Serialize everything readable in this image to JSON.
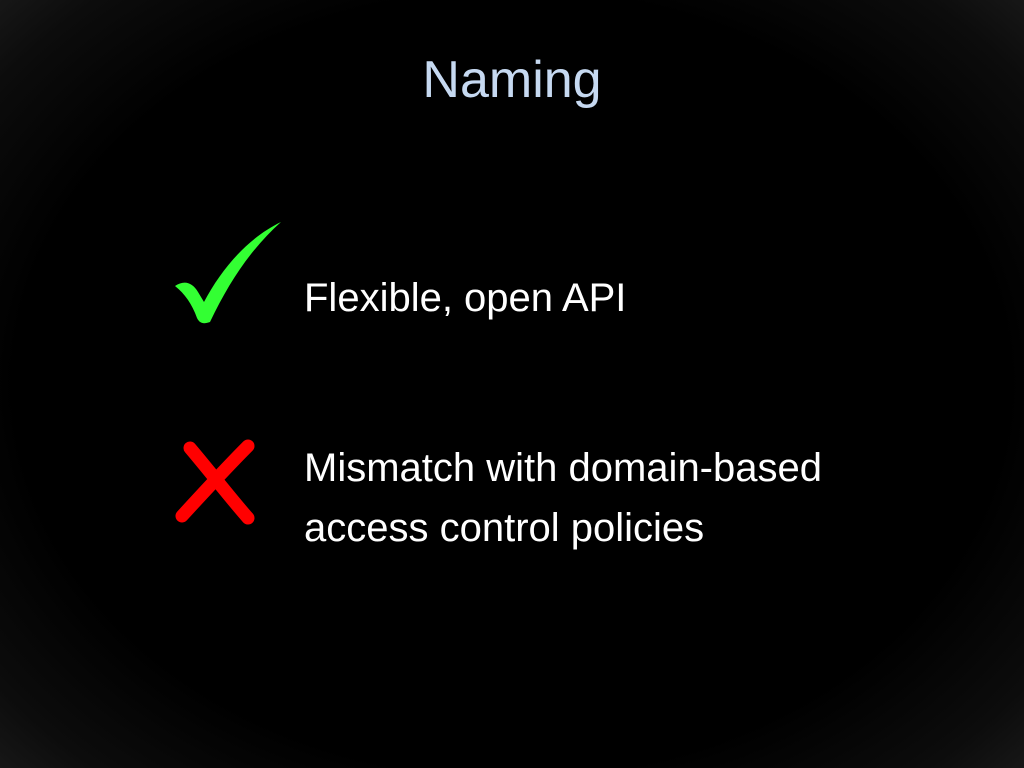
{
  "slide": {
    "title": "Naming",
    "colors": {
      "background": "#000000",
      "title": "#c6d9f1",
      "text": "#ffffff",
      "check": "#33ff33",
      "cross": "#ff0000"
    },
    "points": [
      {
        "icon": "check-mark-icon",
        "text": "Flexible, open API"
      },
      {
        "icon": "cross-mark-icon",
        "text": "Mismatch with domain-based\naccess control policies"
      }
    ]
  }
}
